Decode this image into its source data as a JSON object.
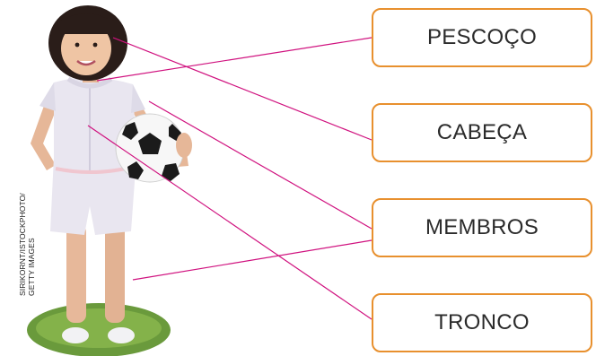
{
  "credit": "SIRIKORNT/ISTOCKPHOTO/\nGETTY IMAGES",
  "labels": [
    "PESCOÇO",
    "CABEÇA",
    "MEMBROS",
    "TRONCO"
  ],
  "colors": {
    "box_border": "#e8902e",
    "line": "#d0127f",
    "text": "#2b2b2b"
  }
}
